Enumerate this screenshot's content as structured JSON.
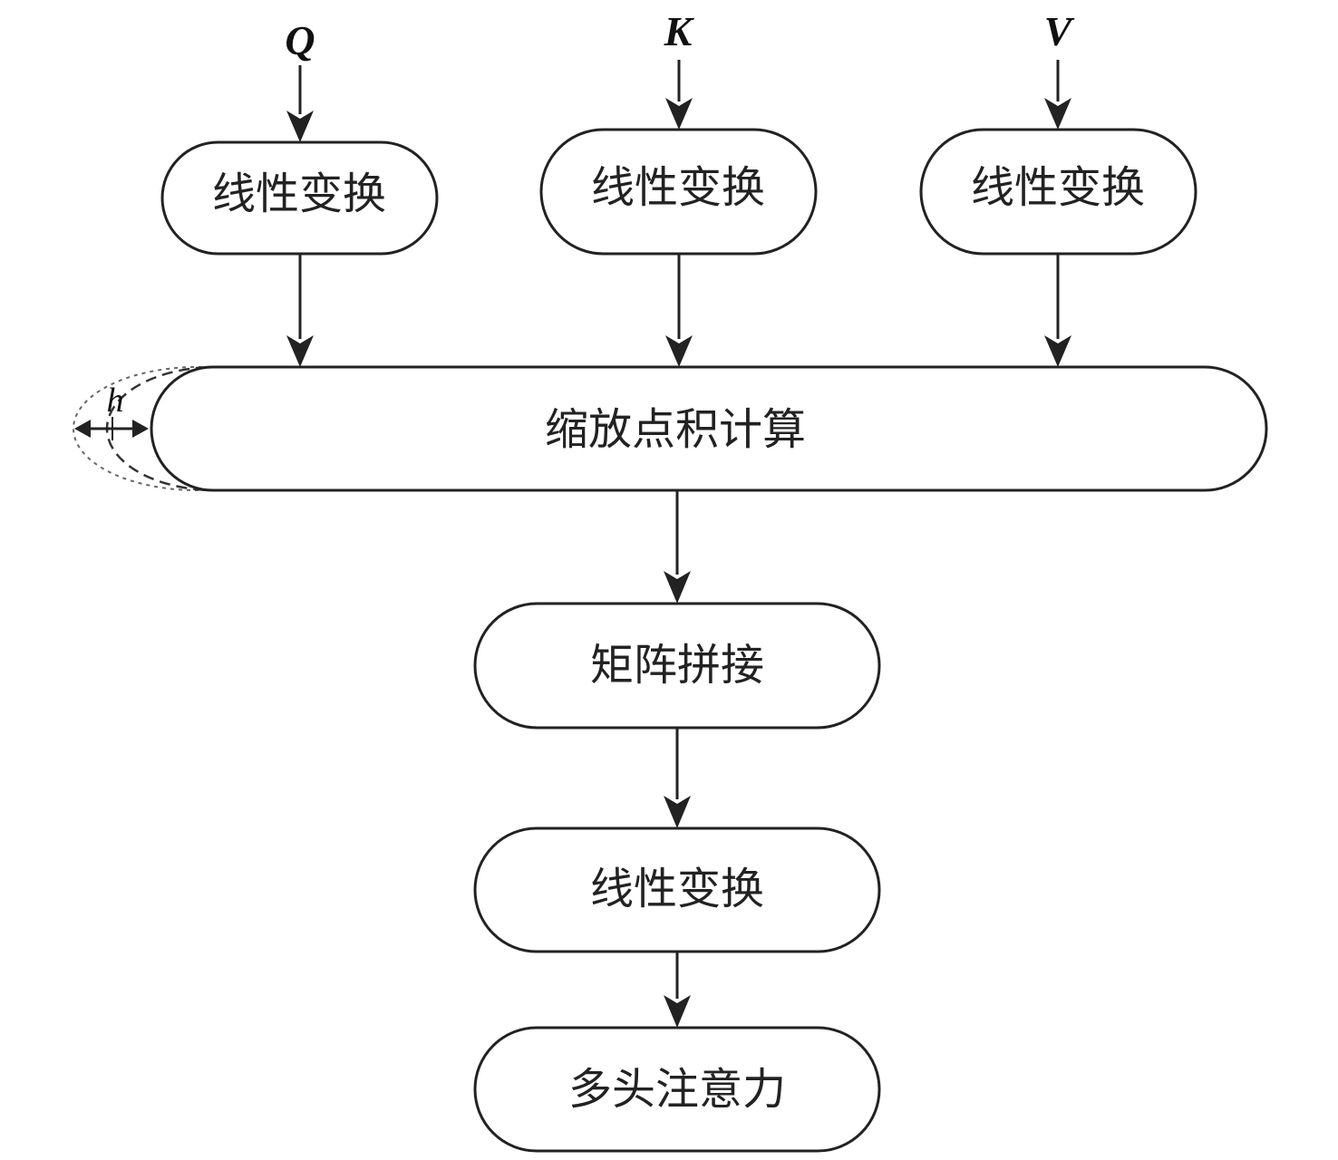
{
  "inputs": {
    "q": "Q",
    "k": "K",
    "v": "V"
  },
  "nodes": {
    "linear_q": "线性变换",
    "linear_k": "线性变换",
    "linear_v": "线性变换",
    "scaled_dot_product": "缩放点积计算",
    "concat": "矩阵拼接",
    "linear_out": "线性变换",
    "multi_head_attention": "多头注意力"
  },
  "annotations": {
    "heads": "h"
  },
  "colors": {
    "stroke": "#222222",
    "background": "#ffffff"
  }
}
